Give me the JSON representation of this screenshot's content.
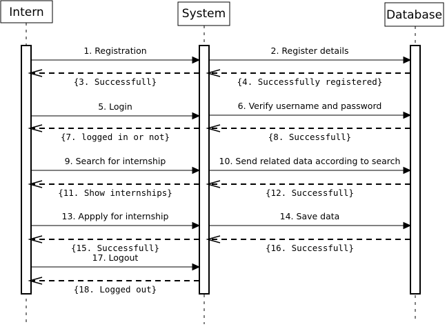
{
  "actors": [
    {
      "id": "intern",
      "label": "Intern"
    },
    {
      "id": "system",
      "label": "System"
    },
    {
      "id": "database",
      "label": "Database"
    }
  ],
  "messages": [
    {
      "from": "intern",
      "to": "system",
      "kind": "call",
      "label": "1. Registration"
    },
    {
      "from": "system",
      "to": "database",
      "kind": "call",
      "label": "2. Register details"
    },
    {
      "from": "system",
      "to": "intern",
      "kind": "reply",
      "label": "{3. Successfull}"
    },
    {
      "from": "database",
      "to": "system",
      "kind": "reply",
      "label": "{4. Successfully registered}"
    },
    {
      "from": "intern",
      "to": "system",
      "kind": "call",
      "label": "5. Login"
    },
    {
      "from": "system",
      "to": "database",
      "kind": "call",
      "label": "6. Verify username and password"
    },
    {
      "from": "system",
      "to": "intern",
      "kind": "reply",
      "label": "{7. logged in or not}"
    },
    {
      "from": "database",
      "to": "system",
      "kind": "reply",
      "label": "{8. Successfull}"
    },
    {
      "from": "intern",
      "to": "system",
      "kind": "call",
      "label": "9. Search for internship"
    },
    {
      "from": "system",
      "to": "database",
      "kind": "call",
      "label": "10. Send related data according to search"
    },
    {
      "from": "system",
      "to": "intern",
      "kind": "reply",
      "label": "{11. Show internships}"
    },
    {
      "from": "database",
      "to": "system",
      "kind": "reply",
      "label": "{12. Successfull}"
    },
    {
      "from": "intern",
      "to": "system",
      "kind": "call",
      "label": "13. Appply for internship"
    },
    {
      "from": "system",
      "to": "database",
      "kind": "call",
      "label": "14. Save data"
    },
    {
      "from": "system",
      "to": "intern",
      "kind": "reply",
      "label": "{15. Successfull}"
    },
    {
      "from": "database",
      "to": "system",
      "kind": "reply",
      "label": "{16. Successfull}"
    },
    {
      "from": "intern",
      "to": "system",
      "kind": "call",
      "label": "17. Logout"
    },
    {
      "from": "system",
      "to": "intern",
      "kind": "reply",
      "label": "{18. Logged out}"
    }
  ]
}
